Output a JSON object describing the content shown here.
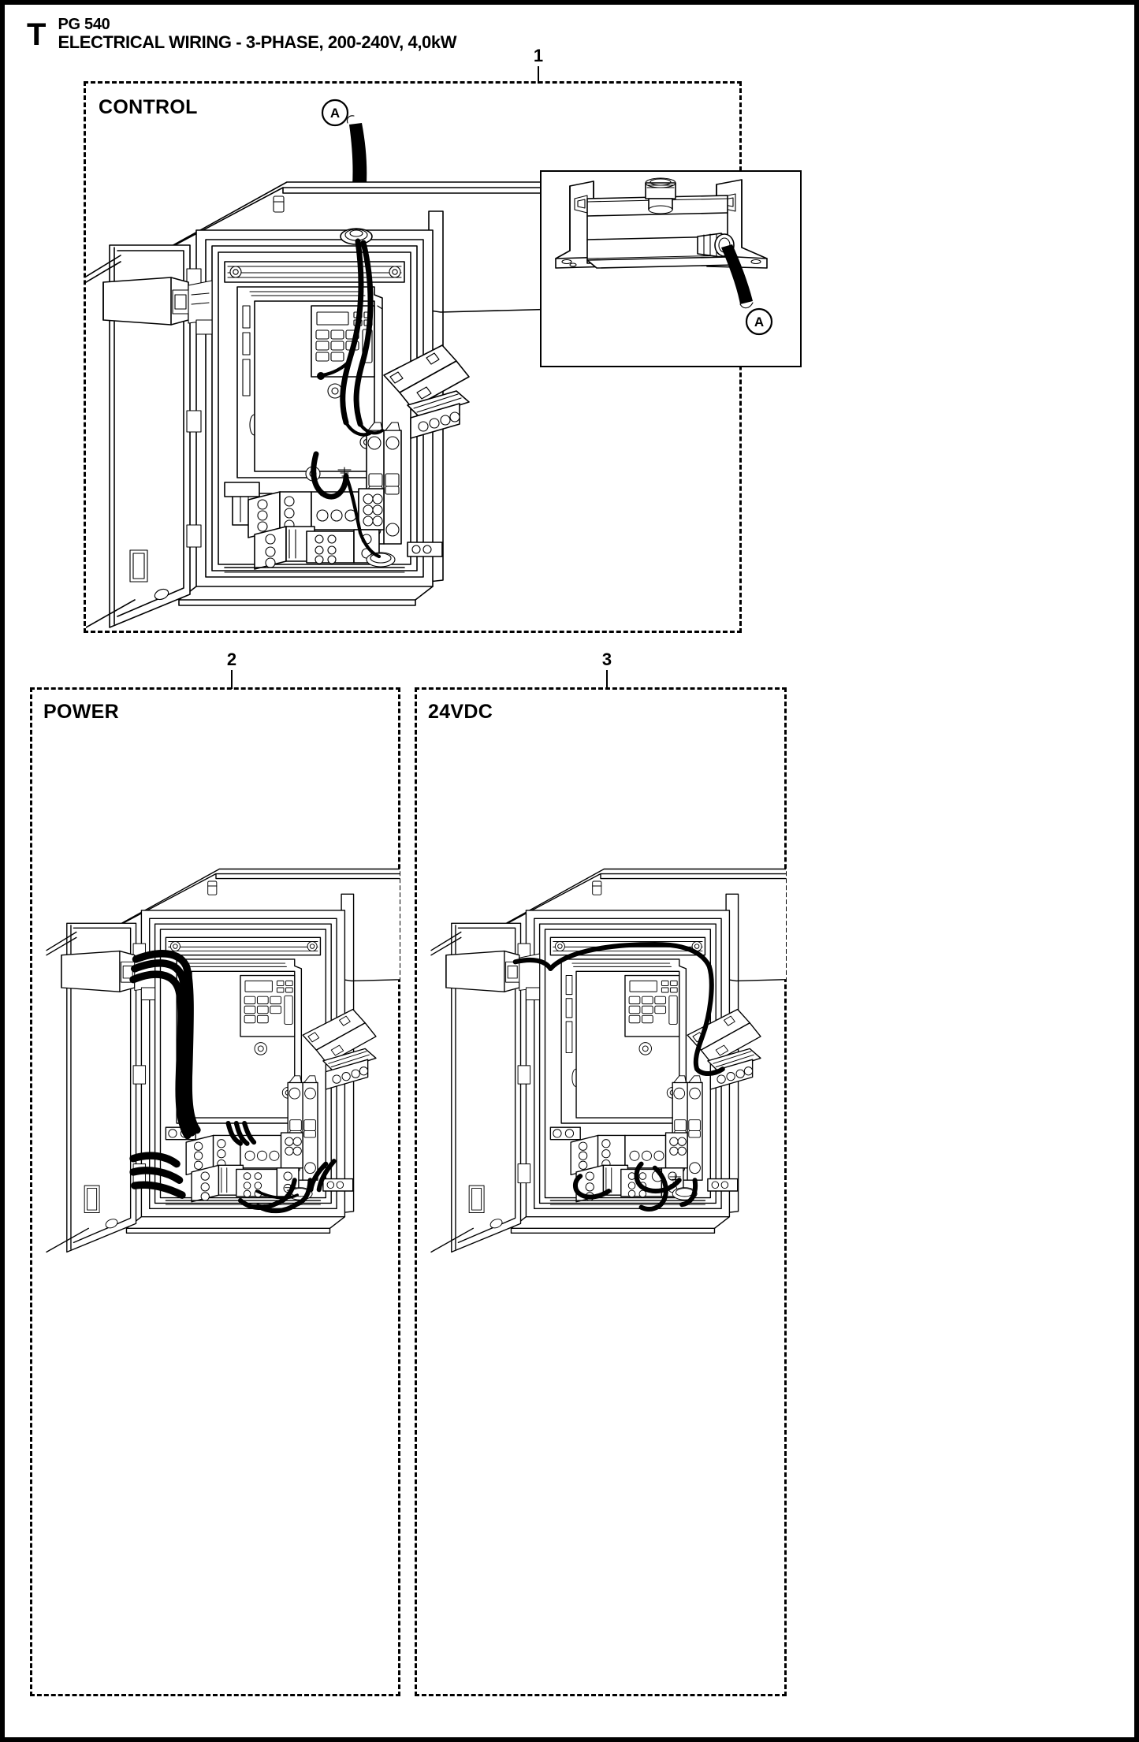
{
  "header": {
    "section_letter": "T",
    "model": "PG 540",
    "subtitle": "ELECTRICAL WIRING - 3-PHASE, 200-240V, 4,0kW"
  },
  "panels": [
    {
      "id": "control",
      "label": "CONTROL",
      "callout": "1"
    },
    {
      "id": "power",
      "label": "POWER",
      "callout": "2"
    },
    {
      "id": "24vdc",
      "label": "24VDC",
      "callout": "3"
    }
  ],
  "callouts": {
    "one": "1",
    "two": "2",
    "three": "3"
  },
  "wire_markers": {
    "control_a": "A",
    "inset_a": "A"
  }
}
